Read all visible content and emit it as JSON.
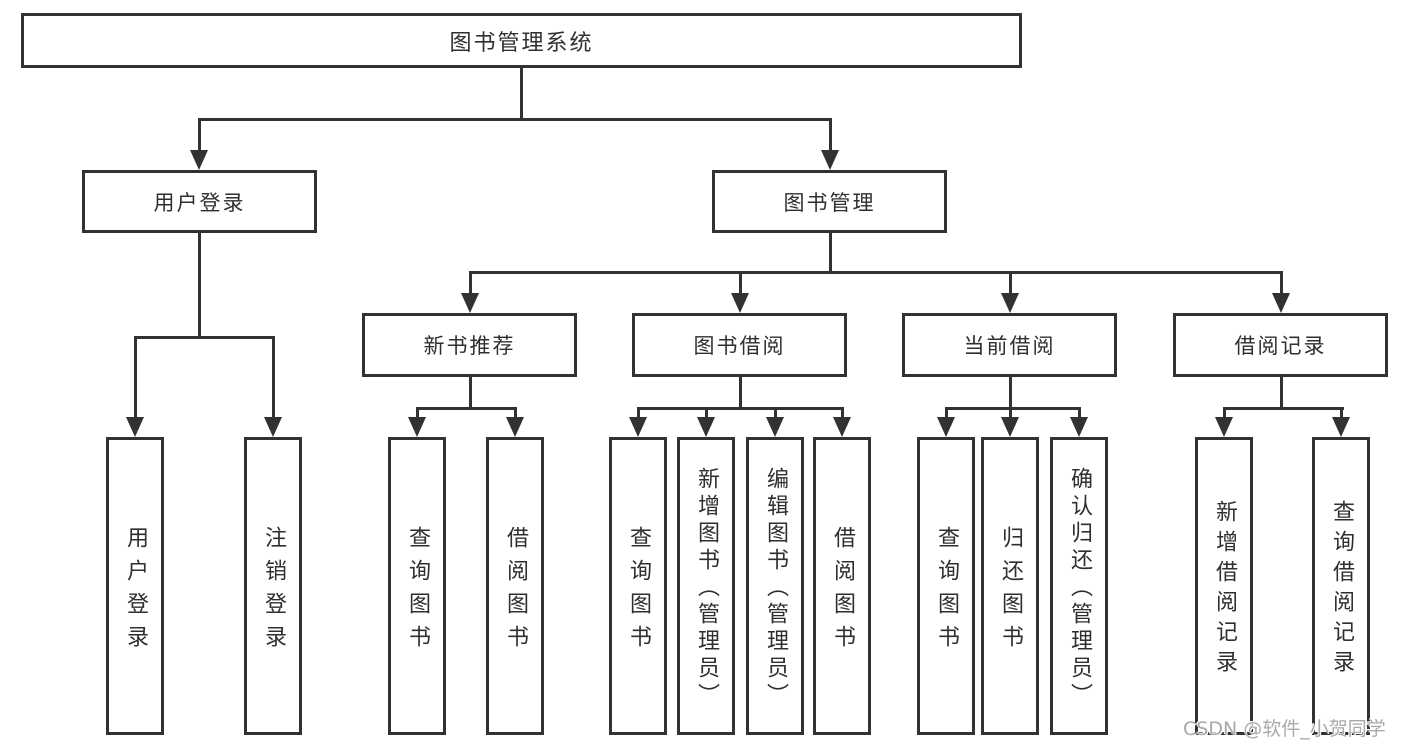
{
  "colors": {
    "line": "#323232",
    "text": "#2f2f2f",
    "watermark": "#a9a9a9",
    "background": "#ffffff"
  },
  "watermark": {
    "text": "CSDN @软件_小贺同学"
  },
  "tree": {
    "root": "图书管理系统",
    "branches": [
      {
        "label": "用户登录",
        "children": [
          {
            "label": "用户登录"
          },
          {
            "label": "注销登录"
          }
        ]
      },
      {
        "label": "图书管理",
        "children": [
          {
            "label": "新书推荐",
            "children": [
              {
                "label": "查询图书"
              },
              {
                "label": "借阅图书"
              }
            ]
          },
          {
            "label": "图书借阅",
            "children": [
              {
                "label": "查询图书"
              },
              {
                "label": "新增图书（管理员）"
              },
              {
                "label": "编辑图书（管理员）"
              },
              {
                "label": "借阅图书"
              }
            ]
          },
          {
            "label": "当前借阅",
            "children": [
              {
                "label": "查询图书"
              },
              {
                "label": "归还图书"
              },
              {
                "label": "确认归还（管理员）"
              }
            ]
          },
          {
            "label": "借阅记录",
            "children": [
              {
                "label": "新增借阅记录"
              },
              {
                "label": "查询借阅记录"
              }
            ]
          }
        ]
      }
    ]
  }
}
